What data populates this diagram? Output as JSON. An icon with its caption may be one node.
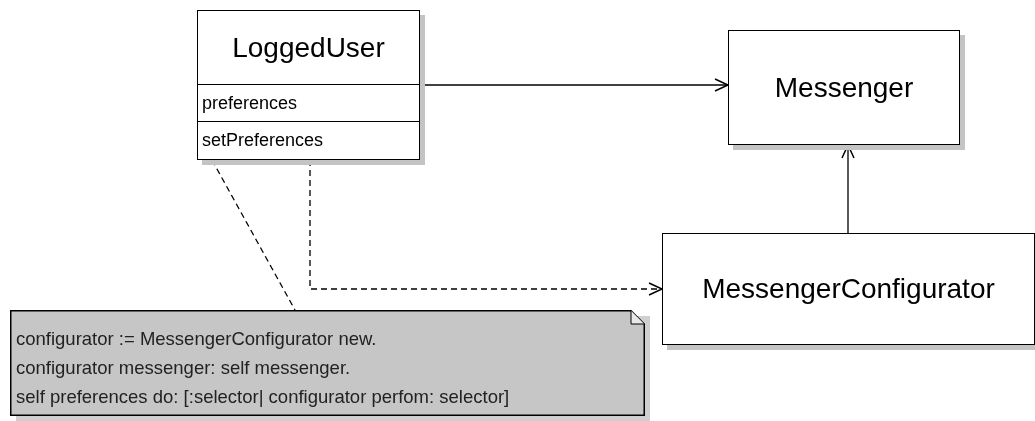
{
  "diagram": {
    "nodes": [
      {
        "text": [
          "LoggedUser",
          "preferences",
          "setPreferences"
        ]
      },
      {
        "text": [
          "Messenger"
        ]
      },
      {
        "text": [
          "MessengerConfigurator"
        ]
      },
      {
        "text": [
          "configurator := MessengerConfigurator new.",
          "configurator messenger: self messenger.",
          "self preferences do: [:selector| configurator perfom: selector]"
        ]
      }
    ],
    "edges": [
      {
        "from": 0,
        "to": 1,
        "arrow": "to"
      },
      {
        "from": 2,
        "to": 1,
        "arrow": "to"
      },
      {
        "from": 0,
        "to": 2,
        "arrow": "to",
        "style": "dashed"
      },
      {
        "from": 0,
        "to": 3,
        "arrow": "none",
        "style": "dashed"
      }
    ]
  }
}
